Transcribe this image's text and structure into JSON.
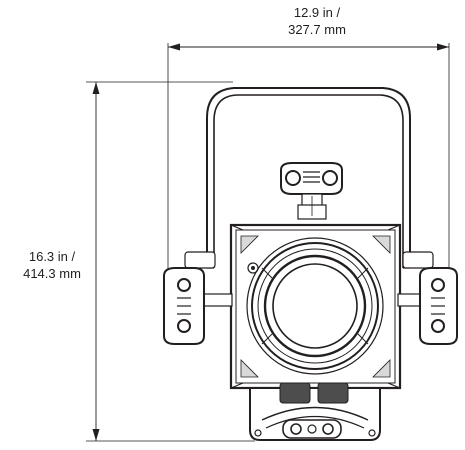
{
  "dimensions": {
    "width": {
      "imperial": "12.9 in /",
      "metric": "327.7 mm"
    },
    "height": {
      "imperial": "16.3 in /",
      "metric": "414.3 mm"
    }
  },
  "colors": {
    "line": "#231f20",
    "fill": "#ffffff",
    "shade": "#d9d9d9",
    "dark": "#4d4d4d"
  }
}
